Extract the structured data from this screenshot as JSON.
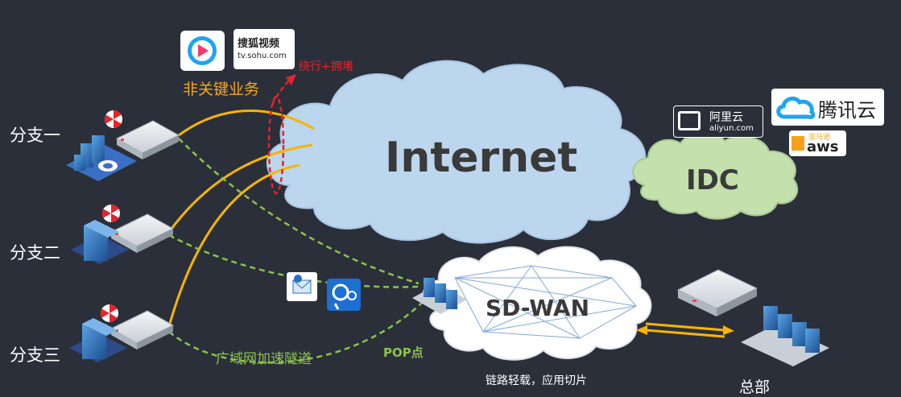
{
  "branches": [
    "分支一",
    "分支二",
    "分支三"
  ],
  "business_label": "非关键业务",
  "congestion_label": "绕行+拥堵",
  "internet_label": "Internet",
  "idc_label": "IDC",
  "sdwan_label": "SD-WAN",
  "tunnel_label": "广域网加速隧道",
  "pop_label": "POP点",
  "note_label": "链路轻载，应用切片",
  "hq_label": "总部",
  "logos": {
    "sohu_line1": "搜狐视频",
    "sohu_line2": "tv.sohu.com",
    "aliyun_cn": "阿里云",
    "aliyun_en": "aliyun.com",
    "tencent": "腾讯云",
    "aws_cn": "亚马逊",
    "aws": "aws"
  },
  "colors": {
    "background": "#2b2f3a",
    "internet_cloud": "#bcd6ee",
    "idc_cloud": "#c3e0ad",
    "sdwan_cloud": "#ffffff",
    "internet_path": "#f7b500",
    "tunnel_path": "#8bc34a",
    "congestion": "#e8222b",
    "hq_link": "#f7b500"
  }
}
